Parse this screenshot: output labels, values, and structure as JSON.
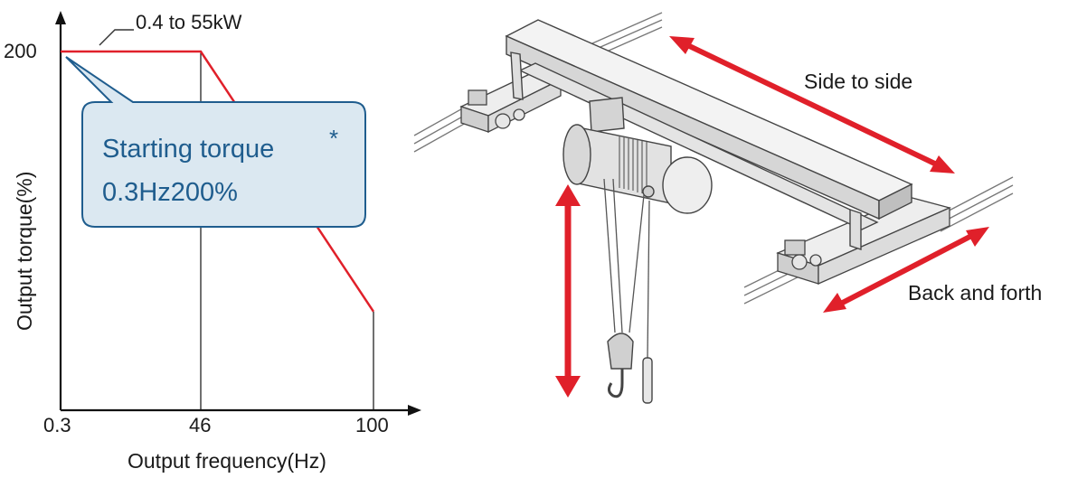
{
  "chart_data": {
    "type": "line",
    "xlabel": "Output frequency(Hz)",
    "ylabel": "Output torque(%)",
    "x_tick_labels": [
      "0.3",
      "46",
      "100"
    ],
    "y_tick_labels": [
      "200"
    ],
    "x_ticks": [
      0.3,
      46,
      100
    ],
    "y_ticks": [
      200
    ],
    "series": [
      {
        "name": "0.4 to 55kW",
        "color": "#e0202a",
        "points": [
          [
            0.3,
            200
          ],
          [
            46,
            200
          ],
          [
            100,
            55
          ]
        ]
      }
    ],
    "vertical_guides": [
      0.3,
      46,
      100
    ],
    "annotation": {
      "line1": "Starting torque",
      "star": "*",
      "line2": "0.3Hz200%"
    }
  },
  "crane": {
    "label_side": "Side to side",
    "label_back": "Back and forth"
  },
  "colors": {
    "accent_red": "#e0202a",
    "callout_fill": "#dbe8f1",
    "callout_border": "#1f5d8e"
  }
}
